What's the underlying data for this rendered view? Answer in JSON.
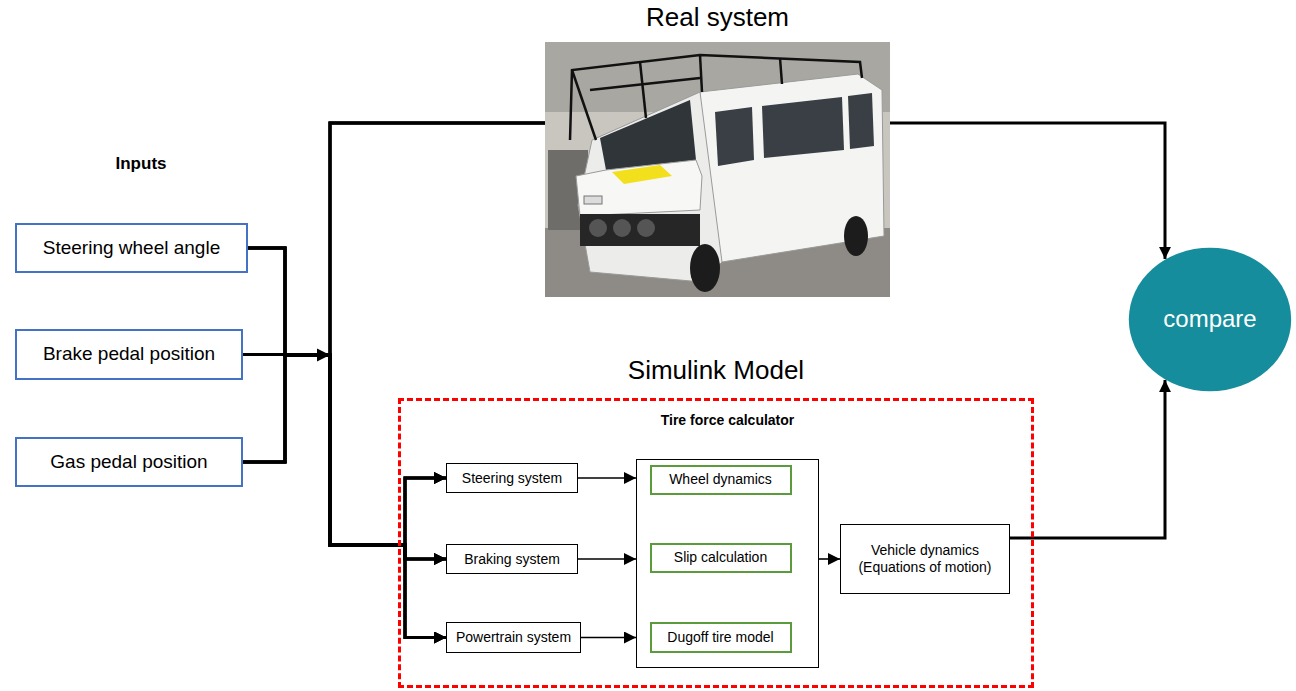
{
  "diagram": {
    "nodes": [
      {
        "text": [
          "Steering wheel angle"
        ]
      },
      {
        "text": [
          "Brake pedal position"
        ]
      },
      {
        "text": [
          "Gas pedal position"
        ]
      },
      {
        "text": [
          "Real system"
        ]
      },
      {
        "text": [
          "Simulink Model"
        ]
      },
      {
        "text": [
          "Steering system"
        ],
        "in": 4
      },
      {
        "text": [
          "Braking system"
        ],
        "in": 4
      },
      {
        "text": [
          "Powertrain system"
        ],
        "in": 4
      },
      {
        "text": [
          "Tire force calculator"
        ],
        "in": 4
      },
      {
        "text": [
          "Wheel dynamics"
        ],
        "in": 8
      },
      {
        "text": [
          "Slip calculation"
        ],
        "in": 8
      },
      {
        "text": [
          "Dugoff tire model"
        ],
        "in": 8
      },
      {
        "text": [
          "Vehicle dynamics (Equations of motion)"
        ],
        "in": 4
      },
      {
        "text": [
          "compare"
        ]
      }
    ],
    "edges": [
      {
        "from": 0,
        "to": 3,
        "arrow": "none"
      },
      {
        "from": 1,
        "to": 3,
        "arrow": "none"
      },
      {
        "from": 2,
        "to": 3,
        "arrow": "none"
      },
      {
        "from": 0,
        "to": 5,
        "arrow": "to"
      },
      {
        "from": 0,
        "to": 6,
        "arrow": "to"
      },
      {
        "from": 0,
        "to": 7,
        "arrow": "to"
      },
      {
        "from": 1,
        "to": 5,
        "arrow": "to"
      },
      {
        "from": 1,
        "to": 6,
        "arrow": "to"
      },
      {
        "from": 1,
        "to": 7,
        "arrow": "to"
      },
      {
        "from": 2,
        "to": 5,
        "arrow": "to"
      },
      {
        "from": 2,
        "to": 6,
        "arrow": "to"
      },
      {
        "from": 2,
        "to": 7,
        "arrow": "to"
      },
      {
        "from": 5,
        "to": 8,
        "arrow": "to"
      },
      {
        "from": 6,
        "to": 8,
        "arrow": "to"
      },
      {
        "from": 7,
        "to": 8,
        "arrow": "to"
      },
      {
        "from": 9,
        "to": 10,
        "arrow": "to"
      },
      {
        "from": 10,
        "to": 11,
        "arrow": "to"
      },
      {
        "from": 8,
        "to": 12,
        "arrow": "to"
      },
      {
        "from": 12,
        "to": 13,
        "arrow": "to"
      },
      {
        "from": 3,
        "to": 13,
        "arrow": "to"
      }
    ],
    "labels": [
      "Inputs"
    ]
  }
}
